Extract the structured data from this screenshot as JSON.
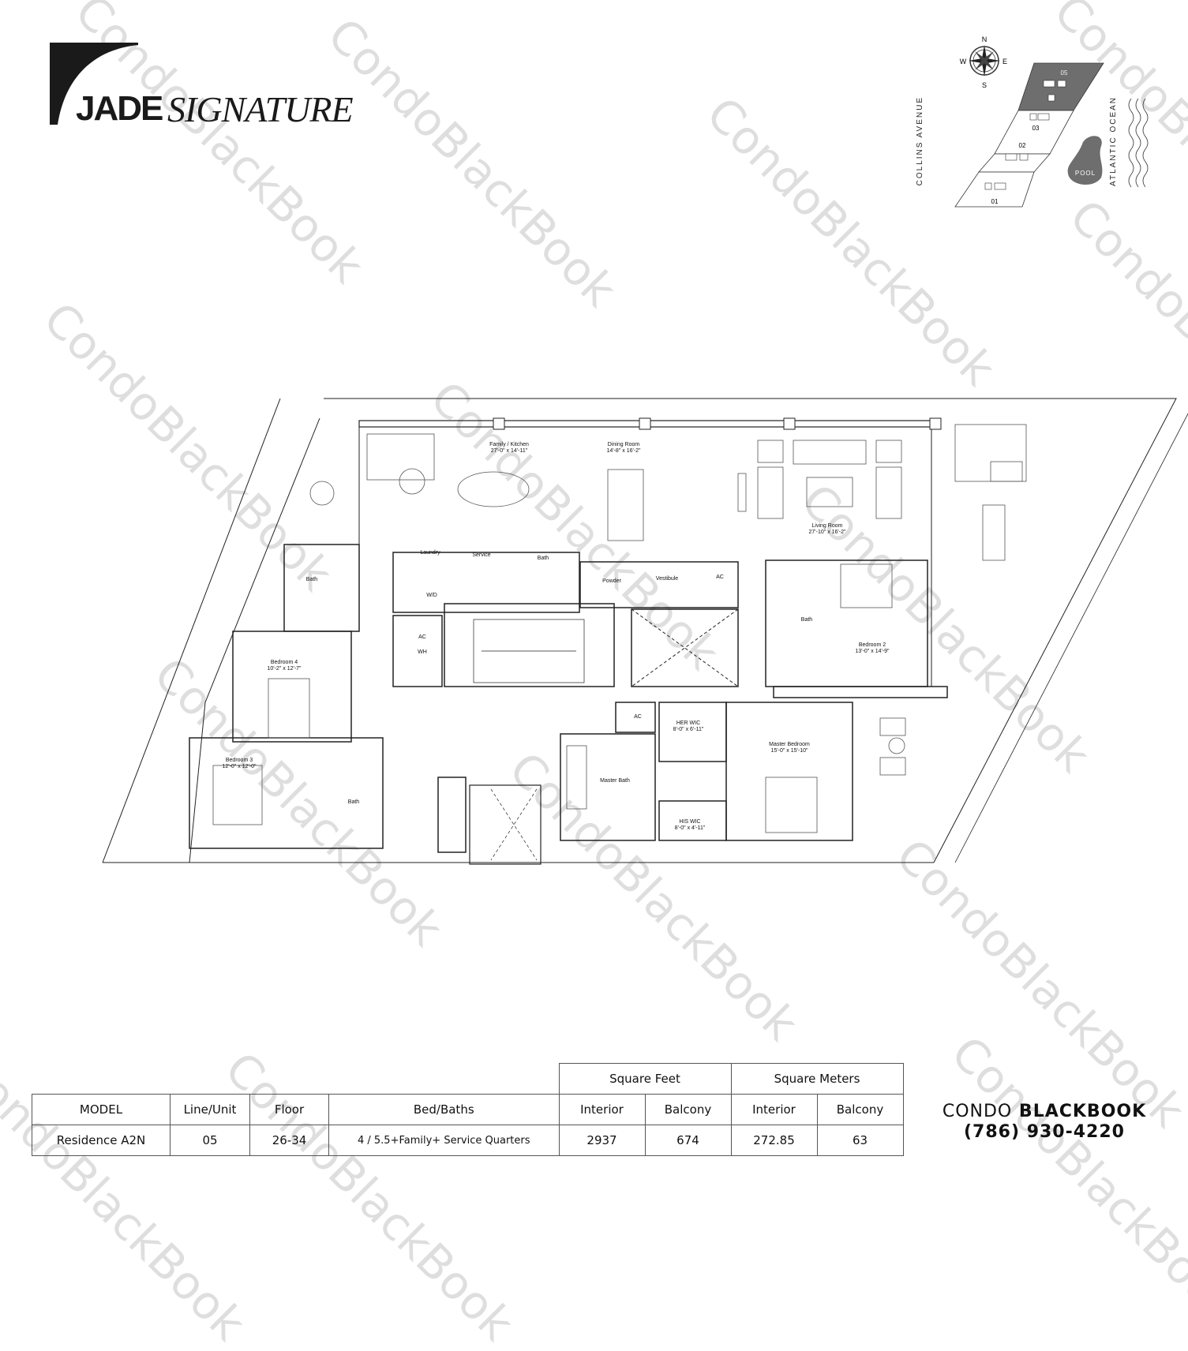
{
  "logo": {
    "brand_bold": "JADE",
    "brand_italic": "SIGNATURE"
  },
  "keyplan": {
    "compass": {
      "n": "N",
      "s": "S",
      "e": "E",
      "w": "W"
    },
    "street_label": "COLLINS AVENUE",
    "ocean_label": "ATLANTIC OCEAN",
    "pool_label": "POOL",
    "units": [
      "05",
      "03",
      "02",
      "01"
    ],
    "highlight_unit": "05",
    "highlight_color": "#6e6e6e"
  },
  "floorplan": {
    "rooms": [
      {
        "name": "Family / Kitchen",
        "dims": "27'-0\" x 14'-11\""
      },
      {
        "name": "Dining Room",
        "dims": "14'-8\" x 16'-2\""
      },
      {
        "name": "Living Room",
        "dims": "27'-10\" x 16'-2\""
      },
      {
        "name": "Laundry",
        "dims": ""
      },
      {
        "name": "Service",
        "dims": ""
      },
      {
        "name": "Bath",
        "dims": ""
      },
      {
        "name": "Powder",
        "dims": ""
      },
      {
        "name": "Vestibule",
        "dims": ""
      },
      {
        "name": "AC",
        "dims": ""
      },
      {
        "name": "W/D",
        "dims": ""
      },
      {
        "name": "AC",
        "dims": ""
      },
      {
        "name": "WH",
        "dims": ""
      },
      {
        "name": "Bath",
        "dims": ""
      },
      {
        "name": "Bedroom 4",
        "dims": "10'-2\" x 12'-7\""
      },
      {
        "name": "Bedroom 3",
        "dims": "12'-0\" x 12'-0\""
      },
      {
        "name": "Bath",
        "dims": ""
      },
      {
        "name": "Bath",
        "dims": ""
      },
      {
        "name": "Bedroom 2",
        "dims": "13'-0\" x 14'-9\""
      },
      {
        "name": "AC",
        "dims": ""
      },
      {
        "name": "HER WIC",
        "dims": "8'-0\" x 6'-11\""
      },
      {
        "name": "Master Bedroom",
        "dims": "15'-0\" x 15'-10\""
      },
      {
        "name": "Master Bath",
        "dims": ""
      },
      {
        "name": "HIS WIC",
        "dims": "8'-0\" x 4'-11\""
      }
    ]
  },
  "table": {
    "group_headers": {
      "sqft": "Square Feet",
      "sqm": "Square Meters"
    },
    "headers": [
      "MODEL",
      "Line/Unit",
      "Floor",
      "Bed/Baths",
      "Interior",
      "Balcony",
      "Interior",
      "Balcony"
    ],
    "row": [
      "Residence A2N",
      "05",
      "26-34",
      "4 / 5.5+Family+ Service Quarters",
      "2937",
      "674",
      "272.85",
      "63"
    ]
  },
  "brand": {
    "name_light": "CONDO",
    "name_bold": "BLACKBOOK",
    "phone": "(786) 930-4220"
  },
  "watermark": "CondoBlackBook"
}
